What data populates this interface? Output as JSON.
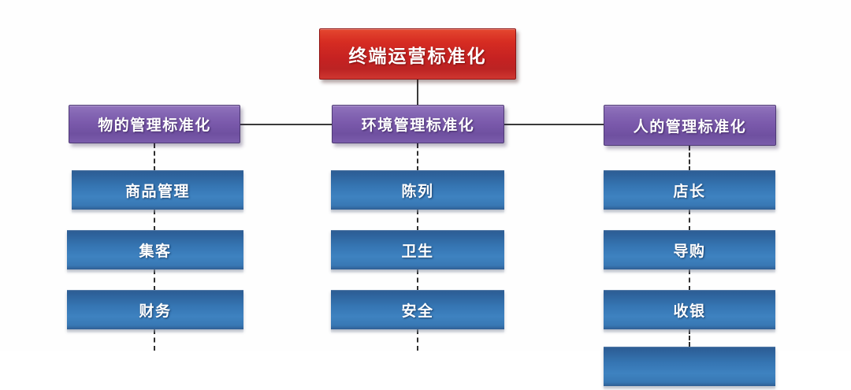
{
  "diagram": {
    "title": "终端运营标准化",
    "type": "organizational-hierarchy",
    "colors": {
      "root": "#c62222",
      "branch": "#7a59ab",
      "leaf": "#3575b2",
      "connector_solid": "#3a3a3a",
      "connector_dashed": "#2e2e2e",
      "text": "#ffffff",
      "background": "#fefefe"
    },
    "root": {
      "label": "终端运营标准化"
    },
    "branches": [
      {
        "label": "物的管理标准化",
        "leaves": [
          {
            "label": "商品管理"
          },
          {
            "label": "集客"
          },
          {
            "label": "财务"
          }
        ]
      },
      {
        "label": "环境管理标准化",
        "leaves": [
          {
            "label": "陈列"
          },
          {
            "label": "卫生"
          },
          {
            "label": "安全"
          }
        ]
      },
      {
        "label": "人的管理标准化",
        "leaves": [
          {
            "label": "店长"
          },
          {
            "label": "导购"
          },
          {
            "label": "收银"
          }
        ]
      }
    ]
  }
}
